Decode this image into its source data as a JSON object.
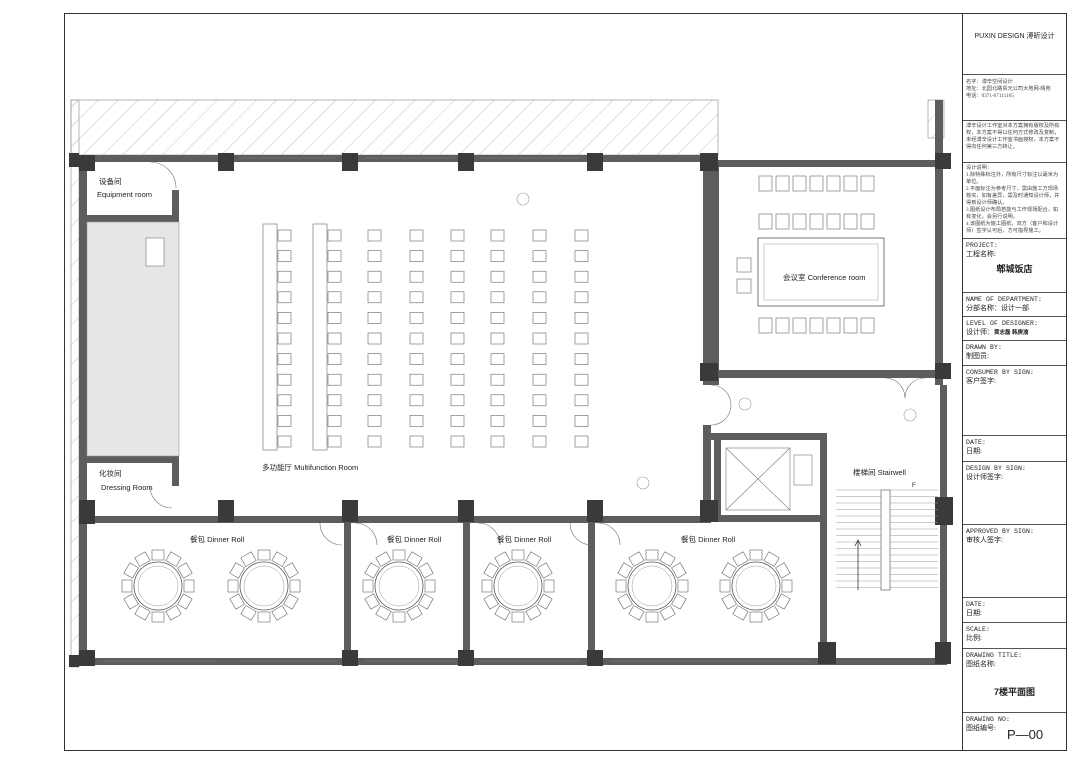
{
  "brand": "PUXIN  DESIGN 溥昕设计",
  "company": {
    "name_line": "名字：溥辛空间设计",
    "address_line": "地址：北园北路贸元公司大地网-晴苑",
    "phone_line": "电话：0371-67111165"
  },
  "copyright_note": "溥辛设计工作室对本方案拥有版权及所有权，本方案不得以任何方式修改及复制，未经溥辛设计工作室书面授权，本方案不得向任何第三方转让。",
  "design_notes": [
    "设计说明：",
    "1.除特殊标注外，所有尺寸标注以毫米为单位。",
    "2.平面标注为参考尺寸，需由施工方现场核实，如有差异，需及时通知设计师，并得到设计师确认。",
    "3.图纸设计布局若能与工作现场配合，如有变化，会另行说明。",
    "4.该图纸为施工图纸，双方（客户和设计师）签字认可后，方可指导施工。"
  ],
  "title_block": {
    "project_en": "PROJECT:",
    "project_cn": "工程名称:",
    "project_name": "郫城饭店",
    "dept_en": "NAME OF DEPARTMENT:",
    "dept_cn": "分部名称：设计一部",
    "designer_en": "LEVEL OF DESIGNER:",
    "designer_cn": "设计师：",
    "designer_names": "黄志磊  韩庚渝",
    "drawn_en": "DRAWN BY:",
    "drawn_cn": "制图员:",
    "consumer_en": "CONSUMER BY SIGN:",
    "consumer_cn": "客户签字:",
    "date1_en": "DATE:",
    "date1_cn": "日期:",
    "design_sign_en": "DESIGN BY SIGN:",
    "design_sign_cn": "设计师签字:",
    "approved_en": "APPROVED BY SIGN:",
    "approved_cn": "审核人签字:",
    "date2_en": "DATE:",
    "date2_cn": "日期:",
    "scale_en": "SCALE:",
    "scale_cn": "比例:",
    "drawing_title_en": "DRAWING TITLE:",
    "drawing_title_cn": "图纸名称:",
    "drawing_title": "7楼平面图",
    "drawing_no_en": "DRAWING NO:",
    "drawing_no_cn": "图纸编号:",
    "drawing_no": "P—00"
  },
  "rooms": {
    "equipment_cn": "设备间",
    "equipment_en": "Equipment room",
    "dressing_cn": "化妆间",
    "dressing_en": "Dressing Room",
    "multifunction": "多功能厅  Multifunction Room",
    "conference": "会议室  Conference room",
    "stairwell": "楼梯间  Stairwell",
    "stair_mark": "F",
    "dinner": [
      "餐包   Dinner Roll",
      "餐包   Dinner Roll",
      "餐包   Dinner Roll",
      "餐包   Dinner Roll"
    ]
  },
  "colors": {
    "wall": "#5d5d5d",
    "column": "#3a3a3a",
    "hatch": "#bdbdbd",
    "stage": "#e6e6e6"
  }
}
